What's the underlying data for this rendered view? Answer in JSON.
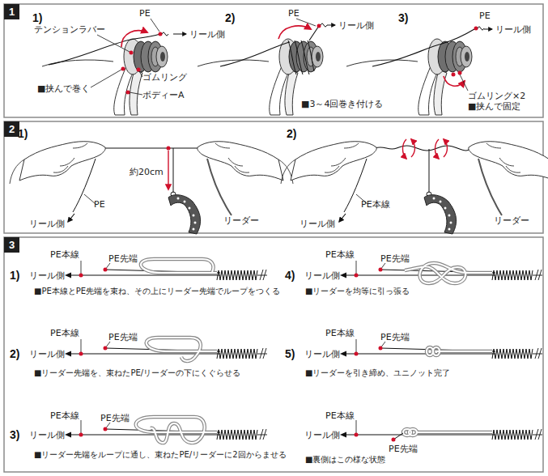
{
  "diagram": {
    "nodes": [
      {
        "text": [
          "1"
        ]
      },
      {
        "text": [
          "2"
        ]
      },
      {
        "text": [
          "3"
        ]
      }
    ],
    "labels": [
      "1)",
      "PE",
      "リール側",
      "テンションラバー",
      "■挟んで巻く",
      "ゴムリング",
      "ボディーA",
      "2)",
      "PE",
      "リール側",
      "■3～4回巻き付ける",
      "3)",
      "PE",
      "リール側",
      "ゴムリング×2",
      "■挟んで固定",
      "1)",
      "約20cm",
      "PE",
      "リール側",
      "リーダー",
      "2)",
      "PE本線",
      "リール側",
      "リーダー",
      "PE本線",
      "PE先端",
      "1)",
      "リール側",
      "■PE本線とPE先端を束ね、その上にリーダー先端でループをつくる",
      "PE本線",
      "PE先端",
      "2)",
      "リール側",
      "■リーダー先端を、束ねたPE/リーダーの下にくぐらせる",
      "PE本線",
      "PE先端",
      "3)",
      "リール側",
      "■リーダー先端をループに通し、束ねたPE/リーダーに2回からませる",
      "PE本線",
      "PE先端",
      "4)",
      "リール側",
      "■リーダーを均等に引っ張る",
      "PE本線",
      "PE先端",
      "5)",
      "リール側",
      "■リーダーを引き締め、ユニノット完了",
      "PE本線",
      "リール側",
      "PE先端",
      "■裏側はこの様な状態"
    ]
  }
}
